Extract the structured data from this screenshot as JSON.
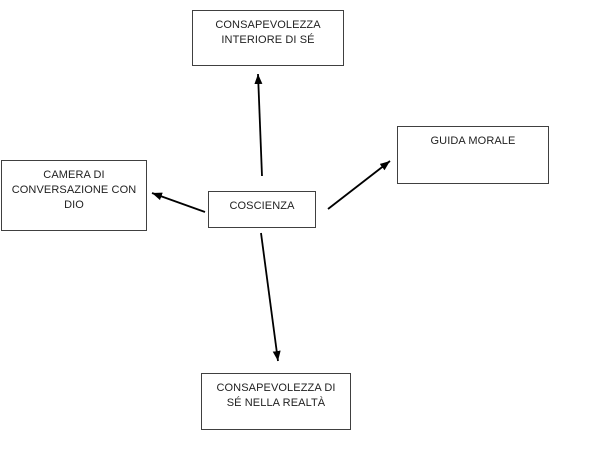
{
  "diagram": {
    "center_node": {
      "label": "COSCIENZA"
    },
    "nodes": {
      "top": {
        "label": "CONSAPEVOLEZZA\nINTERIORE DI SÉ"
      },
      "right": {
        "label": "GUIDA MORALE"
      },
      "left": {
        "label": "CAMERA DI\nCONVERSAZIONE CON\nDIO"
      },
      "bottom": {
        "label": "CONSAPEVOLEZZA DI\nSÉ NELLA REALTÀ"
      }
    },
    "colors": {
      "background": "#ffffff",
      "box_border": "#404040",
      "text": "#1f1f1f",
      "arrow": "#000000"
    }
  }
}
